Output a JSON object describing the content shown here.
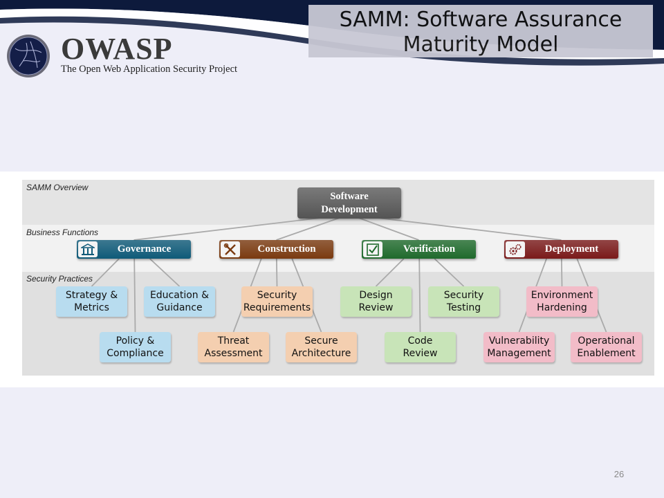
{
  "header": {
    "title_line1": "SAMM: Software Assurance",
    "title_line2": "Maturity Model",
    "colors": {
      "navy": "#0d1a3c",
      "title_box": "#c8c8d4"
    }
  },
  "logo": {
    "name": "OWASP",
    "tagline": "The Open Web Application Security Project"
  },
  "diagram": {
    "labels": {
      "overview": "SAMM Overview",
      "functions": "Business Functions",
      "practices": "Security Practices"
    },
    "root": "Software\nDevelopment",
    "functions": [
      {
        "label": "Governance",
        "icon": "building-columns-icon",
        "color": "#0f5a78"
      },
      {
        "label": "Construction",
        "icon": "tools-icon",
        "color": "#7a3a10"
      },
      {
        "label": "Verification",
        "icon": "checkbox-icon",
        "color": "#1f6a2c"
      },
      {
        "label": "Deployment",
        "icon": "gears-icon",
        "color": "#7a1a1a"
      }
    ],
    "practices": [
      {
        "label": "Strategy &\nMetrics",
        "function": "Governance",
        "color": "#b8dcef"
      },
      {
        "label": "Education &\nGuidance",
        "function": "Governance",
        "color": "#b8dcef"
      },
      {
        "label": "Policy &\nCompliance",
        "function": "Governance",
        "color": "#b8dcef"
      },
      {
        "label": "Security\nRequirements",
        "function": "Construction",
        "color": "#f4cfb0"
      },
      {
        "label": "Threat\nAssessment",
        "function": "Construction",
        "color": "#f4cfb0"
      },
      {
        "label": "Secure\nArchitecture",
        "function": "Construction",
        "color": "#f4cfb0"
      },
      {
        "label": "Design\nReview",
        "function": "Verification",
        "color": "#c8e4b8"
      },
      {
        "label": "Security\nTesting",
        "function": "Verification",
        "color": "#c8e4b8"
      },
      {
        "label": "Code\nReview",
        "function": "Verification",
        "color": "#c8e4b8"
      },
      {
        "label": "Environment\nHardening",
        "function": "Deployment",
        "color": "#f2bcc8"
      },
      {
        "label": "Vulnerability\nManagement",
        "function": "Deployment",
        "color": "#f2bcc8"
      },
      {
        "label": "Operational\nEnablement",
        "function": "Deployment",
        "color": "#f2bcc8"
      }
    ]
  },
  "footer": {
    "slide_number": "26"
  }
}
